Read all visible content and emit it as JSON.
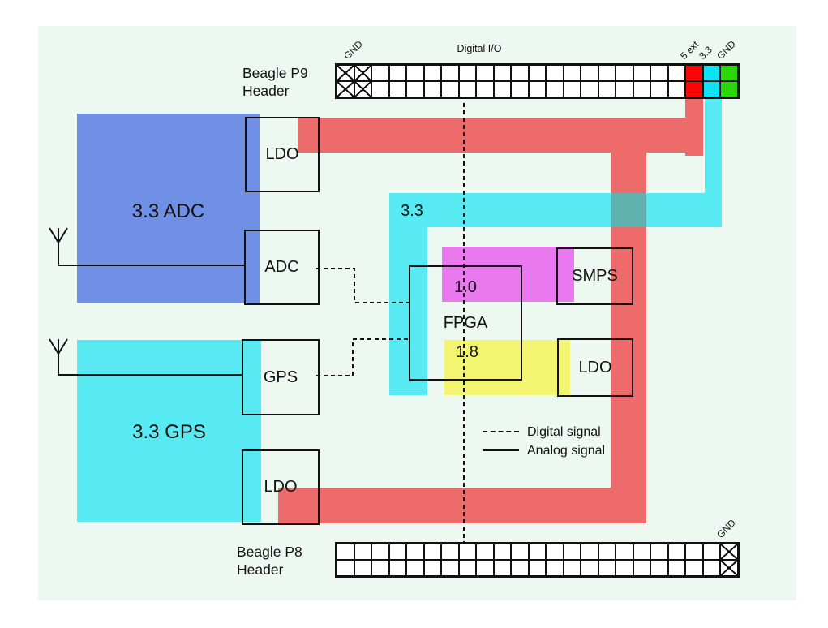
{
  "colors": {
    "canvas_bg": "#ecf8f0",
    "block_adc": "#7090e6",
    "block_gps": "#58eaf2",
    "rail_5v": "#ed6b6b",
    "rail_33": "#58eaf2",
    "rail_10": "#ea78ee",
    "rail_18": "#f4f473",
    "rail_overlap": "#5fb2ae",
    "pin_5v": "#f90606",
    "pin_33": "#0ce4f6",
    "pin_gnd": "#2bd708"
  },
  "p9_header": {
    "name_line1": "Beagle P9",
    "name_line2": "Header",
    "columns": 23,
    "rows": 2,
    "x_marked_columns": [
      1,
      2
    ],
    "x_marked_label": "GND",
    "digital_io_label": "Digital I/O",
    "power_pins": [
      {
        "column": 21,
        "label": "5 ext",
        "color_key": "pin_5v"
      },
      {
        "column": 22,
        "label": "3.3",
        "color_key": "pin_33"
      },
      {
        "column": 23,
        "label": "GND",
        "color_key": "pin_gnd"
      }
    ]
  },
  "p8_header": {
    "name_line1": "Beagle P8",
    "name_line2": "Header",
    "columns": 23,
    "rows": 2,
    "x_marked_columns": [
      23
    ],
    "x_marked_label": "GND",
    "power_pins": []
  },
  "blocks": {
    "adc_power_label": "3.3 ADC",
    "gps_power_label": "3.3 GPS",
    "ldo_top_label": "LDO",
    "adc_label": "ADC",
    "gps_label": "GPS",
    "ldo_bottom_label": "LDO",
    "fpga_label": "FPGA",
    "smps_label": "SMPS",
    "ldo_right_label": "LDO"
  },
  "rails": {
    "rail_33_label": "3.3",
    "rail_10_label": "1.0",
    "rail_18_label": "1.8"
  },
  "legend": {
    "digital_label": "Digital signal",
    "analog_label": "Analog signal"
  }
}
